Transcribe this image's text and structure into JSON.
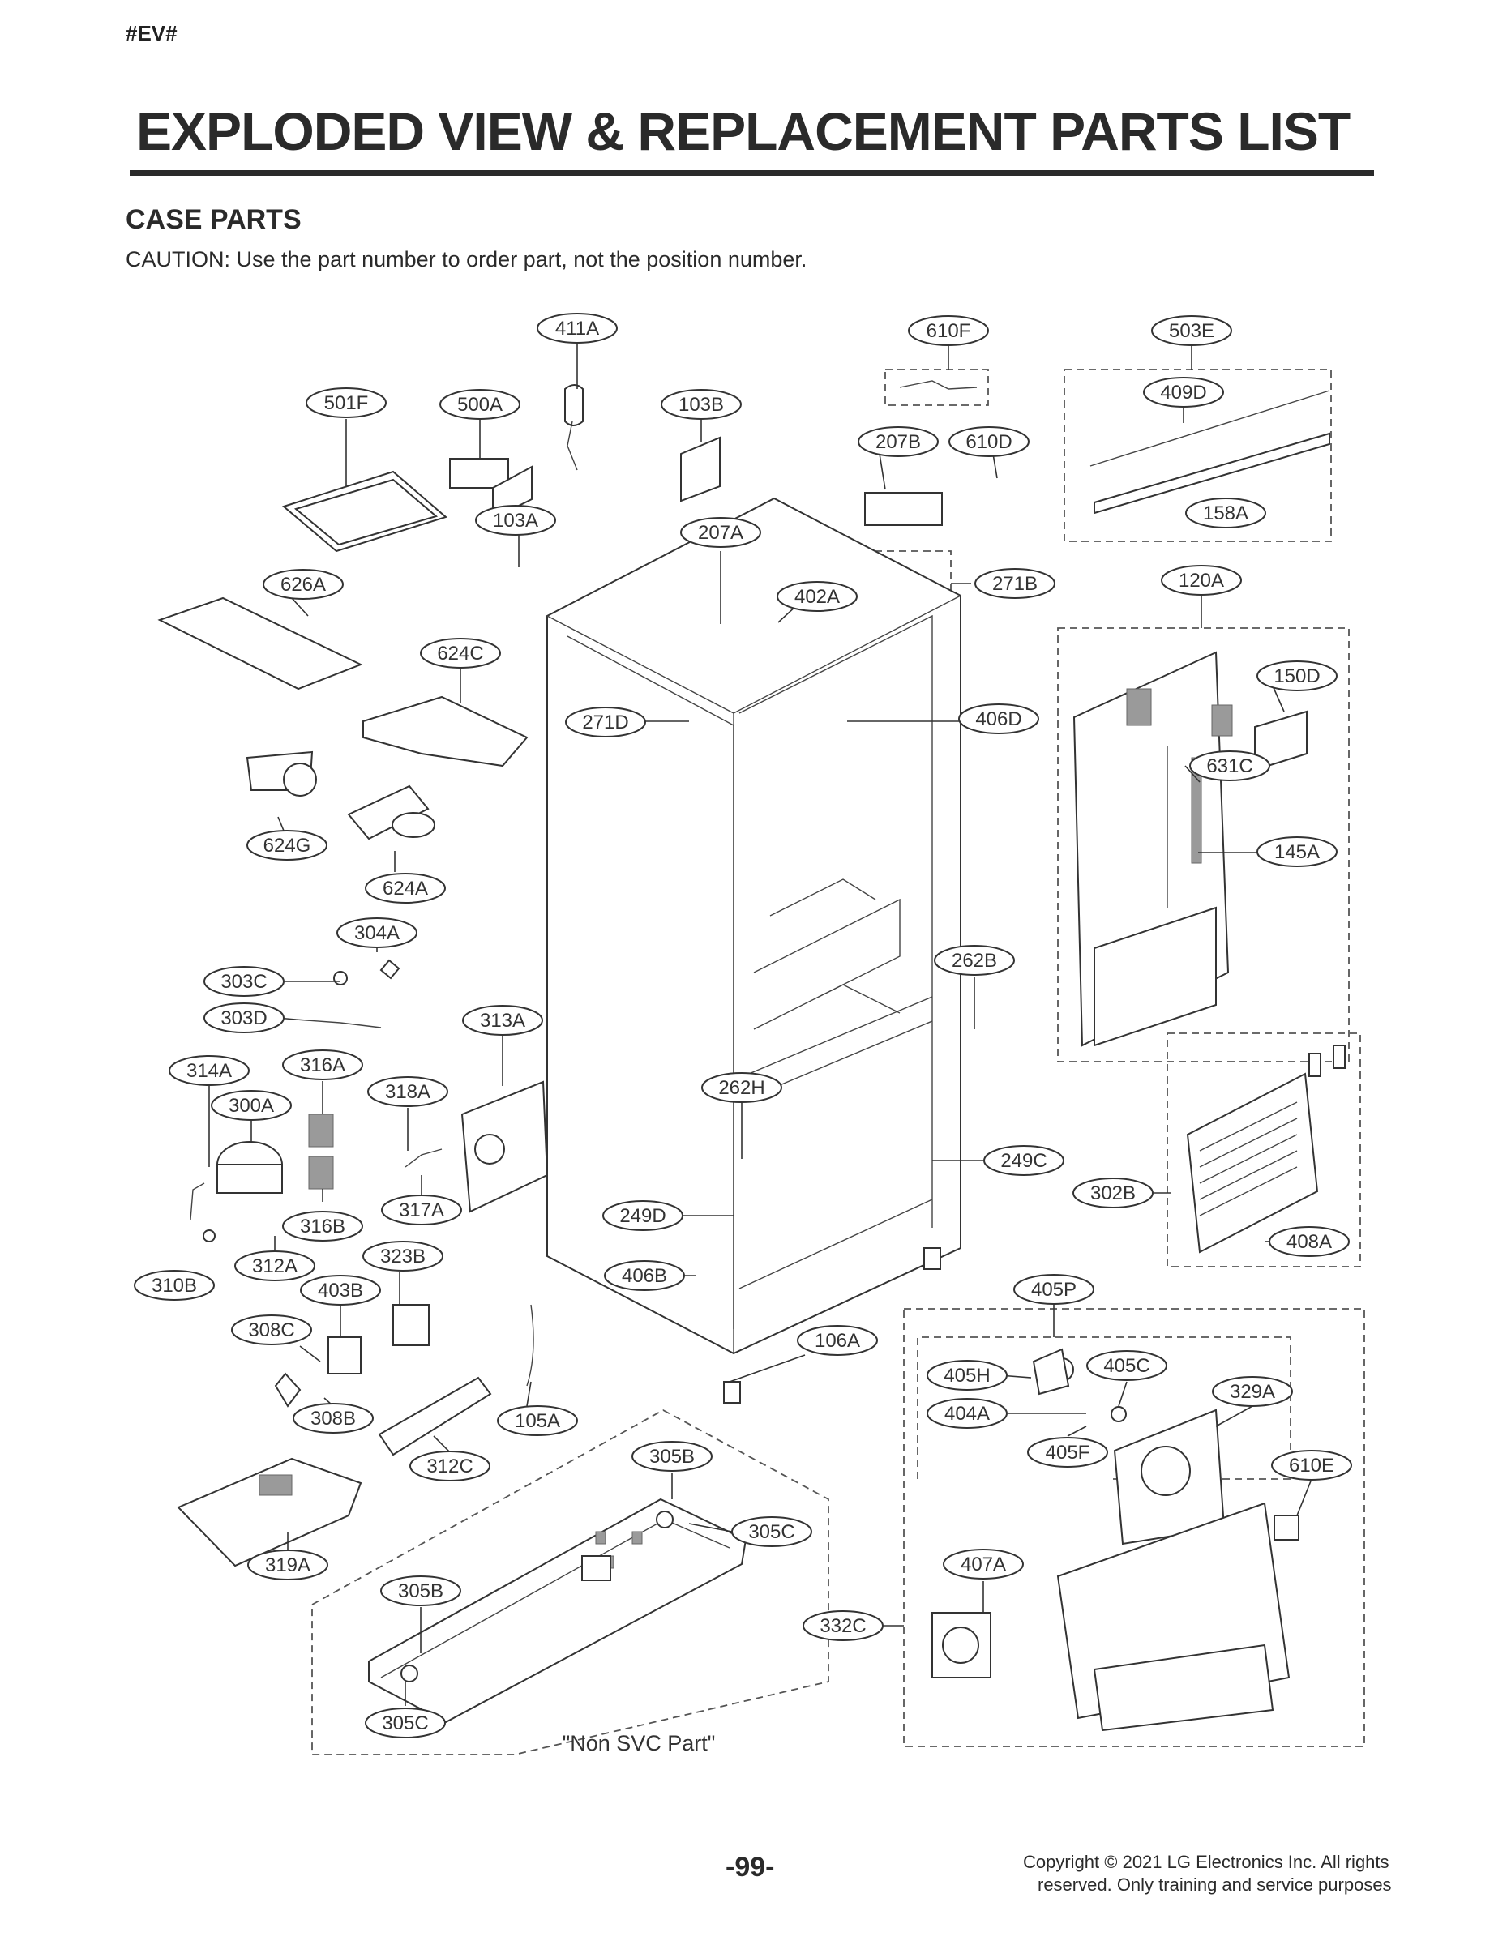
{
  "header": {
    "tag": "#EV#",
    "title": "EXPLODED VIEW & REPLACEMENT PARTS LIST",
    "section": "CASE PARTS",
    "caution": "CAUTION: Use the part number to order part, not the position number."
  },
  "diagram": {
    "non_svc_note": "\"Non SVC Part\"",
    "labels": [
      "411A",
      "610F",
      "503E",
      "501F",
      "500A",
      "103B",
      "409D",
      "207B",
      "610D",
      "103A",
      "207A",
      "158A",
      "626A",
      "402A",
      "271B",
      "120A",
      "624C",
      "150D",
      "271D",
      "406D",
      "631C",
      "624G",
      "145A",
      "624A",
      "304A",
      "262B",
      "303C",
      "303D",
      "313A",
      "316A",
      "314A",
      "262H",
      "318A",
      "300A",
      "249C",
      "302B",
      "317A",
      "316B",
      "249D",
      "408A",
      "312A",
      "323B",
      "310B",
      "406B",
      "403B",
      "405P",
      "308C",
      "106A",
      "405H",
      "405C",
      "329A",
      "404A",
      "308B",
      "105A",
      "405F",
      "610E",
      "312C",
      "305B",
      "305C",
      "319A",
      "407A",
      "332C"
    ]
  },
  "footer": {
    "page_number": "-99-",
    "copyright_line1": "Copyright © 2021 LG Electronics Inc. All rights",
    "copyright_line2": "reserved. Only training and service purposes"
  }
}
